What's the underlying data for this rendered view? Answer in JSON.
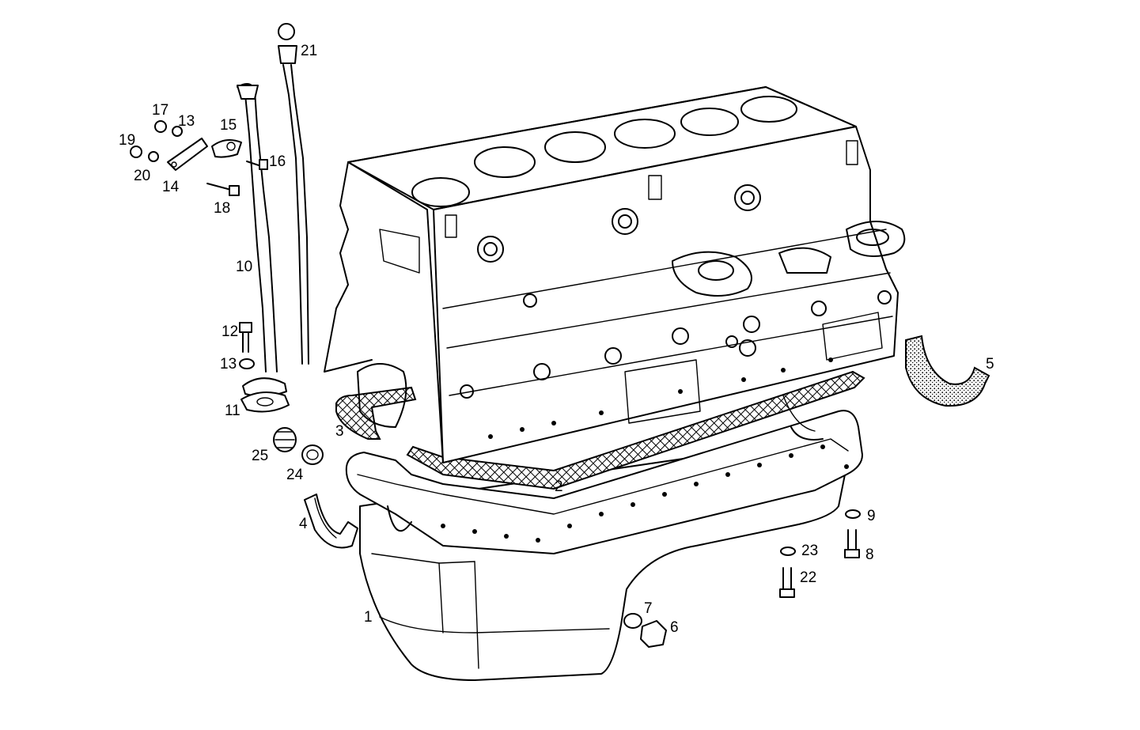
{
  "diagram": {
    "callouts": [
      {
        "id": "c1",
        "text": "1"
      },
      {
        "id": "c2",
        "text": "2"
      },
      {
        "id": "c3",
        "text": "3"
      },
      {
        "id": "c4",
        "text": "4"
      },
      {
        "id": "c5",
        "text": "5"
      },
      {
        "id": "c6",
        "text": "6"
      },
      {
        "id": "c7",
        "text": "7"
      },
      {
        "id": "c8",
        "text": "8"
      },
      {
        "id": "c9",
        "text": "9"
      },
      {
        "id": "c10",
        "text": "10"
      },
      {
        "id": "c11",
        "text": "11"
      },
      {
        "id": "c12",
        "text": "12"
      },
      {
        "id": "c13a",
        "text": "13"
      },
      {
        "id": "c13b",
        "text": "13"
      },
      {
        "id": "c14",
        "text": "14"
      },
      {
        "id": "c15",
        "text": "15"
      },
      {
        "id": "c16",
        "text": "16"
      },
      {
        "id": "c17",
        "text": "17"
      },
      {
        "id": "c18",
        "text": "18"
      },
      {
        "id": "c19",
        "text": "19"
      },
      {
        "id": "c20",
        "text": "20"
      },
      {
        "id": "c21",
        "text": "21"
      },
      {
        "id": "c22",
        "text": "22"
      },
      {
        "id": "c23",
        "text": "23"
      },
      {
        "id": "c24",
        "text": "24"
      },
      {
        "id": "c25",
        "text": "25"
      }
    ]
  }
}
